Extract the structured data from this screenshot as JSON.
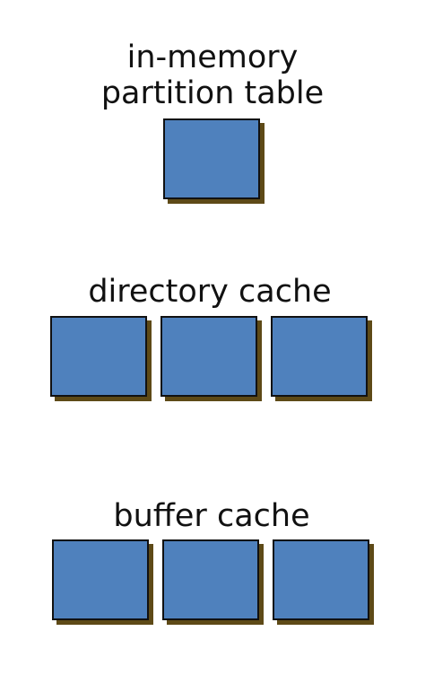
{
  "partition_table": {
    "label_line1": "in-memory",
    "label_line2": "partition table",
    "blocks": 1
  },
  "directory_cache": {
    "label": "directory cache",
    "blocks": 3
  },
  "buffer_cache": {
    "label": "buffer cache",
    "blocks": 3
  },
  "colors": {
    "block_fill": "#4f81bd",
    "block_border": "#111111",
    "block_shadow": "#5e4a17"
  }
}
